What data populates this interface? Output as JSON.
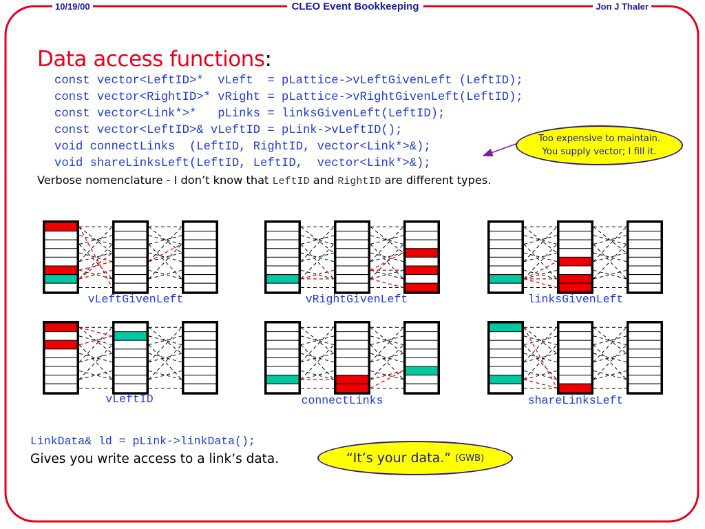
{
  "header": {
    "date": "10/19/00",
    "title": "CLEO Event Bookkeeping",
    "author": "Jon J Thaler"
  },
  "slide": {
    "title": "Data access functions",
    "title_colon": ":",
    "code_lines": [
      "const vector<LeftID>*  vLeft  = pLattice->vLeftGivenLeft (LeftID);",
      "const vector<RightID>* vRight = pLattice->vRightGivenLeft(LeftID);",
      "const vector<Link*>*   pLinks = linksGivenLeft(LeftID);",
      "const vector<LeftID>& vLeftID = pLink->vLeftID();",
      "void connectLinks  (LeftID, RightID, vector<Link*>&);",
      "void shareLinksLeft(LeftID, LeftID,  vector<Link*>&);"
    ],
    "verbose": {
      "part1": "Verbose nomenclature - I don’t know that ",
      "type1": "LeftID",
      "part2": " and ",
      "type2": "RightID",
      "part3": " are different types."
    },
    "callout1": {
      "line1": "Too expensive to maintain.",
      "line2": "You supply vector; I fill it."
    },
    "link_code": "LinkData& ld = pLink->linkData();",
    "link_text": "Gives you write access to a link’s data.",
    "callout2": {
      "quote": "“It’s your data.”",
      "attribution": "(GWB)"
    }
  },
  "colors": {
    "frame": "#e8001c",
    "header": "#1a1a9e",
    "code": "#1e3ad8",
    "red_fill": "#ee0000",
    "green_fill": "#00c8a0",
    "callout": "#ffff00"
  },
  "diagrams": [
    {
      "caption": "vLeftGivenLeft",
      "cols": [
        {
          "red": [
            0,
            5
          ],
          "green": [
            6
          ]
        },
        {
          "red": [],
          "green": []
        },
        {
          "red": [],
          "green": []
        }
      ],
      "red_lines": [
        [
          0,
          0,
          1,
          7
        ],
        [
          0,
          5,
          1,
          4
        ],
        [
          0,
          6,
          1,
          3
        ],
        [
          0,
          6,
          1,
          5
        ],
        [
          1,
          4,
          2,
          2
        ]
      ]
    },
    {
      "caption": "vRightGivenLeft",
      "cols": [
        {
          "red": [],
          "green": [
            6
          ]
        },
        {
          "red": [],
          "green": []
        },
        {
          "red": [
            3,
            5,
            7
          ],
          "green": []
        }
      ],
      "red_lines": [
        [
          0,
          6,
          1,
          5
        ],
        [
          0,
          6,
          1,
          6
        ],
        [
          1,
          5,
          2,
          5
        ],
        [
          1,
          6,
          2,
          7
        ],
        [
          1,
          5,
          2,
          3
        ]
      ]
    },
    {
      "caption": "linksGivenLeft",
      "cols": [
        {
          "red": [],
          "green": [
            6
          ]
        },
        {
          "red": [
            4,
            6,
            7
          ],
          "green": []
        },
        {
          "red": [],
          "green": []
        }
      ],
      "red_lines": [
        [
          0,
          6,
          1,
          4
        ],
        [
          0,
          6,
          1,
          6
        ],
        [
          0,
          6,
          1,
          7
        ]
      ]
    },
    {
      "caption": "vLeftID",
      "cols": [
        {
          "red": [
            0,
            2
          ],
          "green": []
        },
        {
          "red": [],
          "green": [
            1
          ]
        },
        {
          "red": [],
          "green": []
        }
      ],
      "red_lines": [
        [
          0,
          0,
          1,
          1
        ],
        [
          0,
          2,
          1,
          1
        ]
      ]
    },
    {
      "caption": "connectLinks",
      "cols": [
        {
          "red": [],
          "green": [
            6
          ]
        },
        {
          "red": [
            6,
            7
          ],
          "green": []
        },
        {
          "red": [],
          "green": [
            5
          ]
        }
      ],
      "red_lines": [
        [
          0,
          6,
          1,
          6
        ],
        [
          1,
          6,
          2,
          5
        ],
        [
          1,
          7,
          2,
          5
        ]
      ]
    },
    {
      "caption": "shareLinksLeft",
      "cols": [
        {
          "red": [],
          "green": [
            0,
            6
          ]
        },
        {
          "red": [
            7
          ],
          "green": []
        },
        {
          "red": [],
          "green": []
        }
      ],
      "red_lines": [
        [
          0,
          0,
          1,
          7
        ],
        [
          0,
          6,
          1,
          7
        ]
      ]
    }
  ]
}
